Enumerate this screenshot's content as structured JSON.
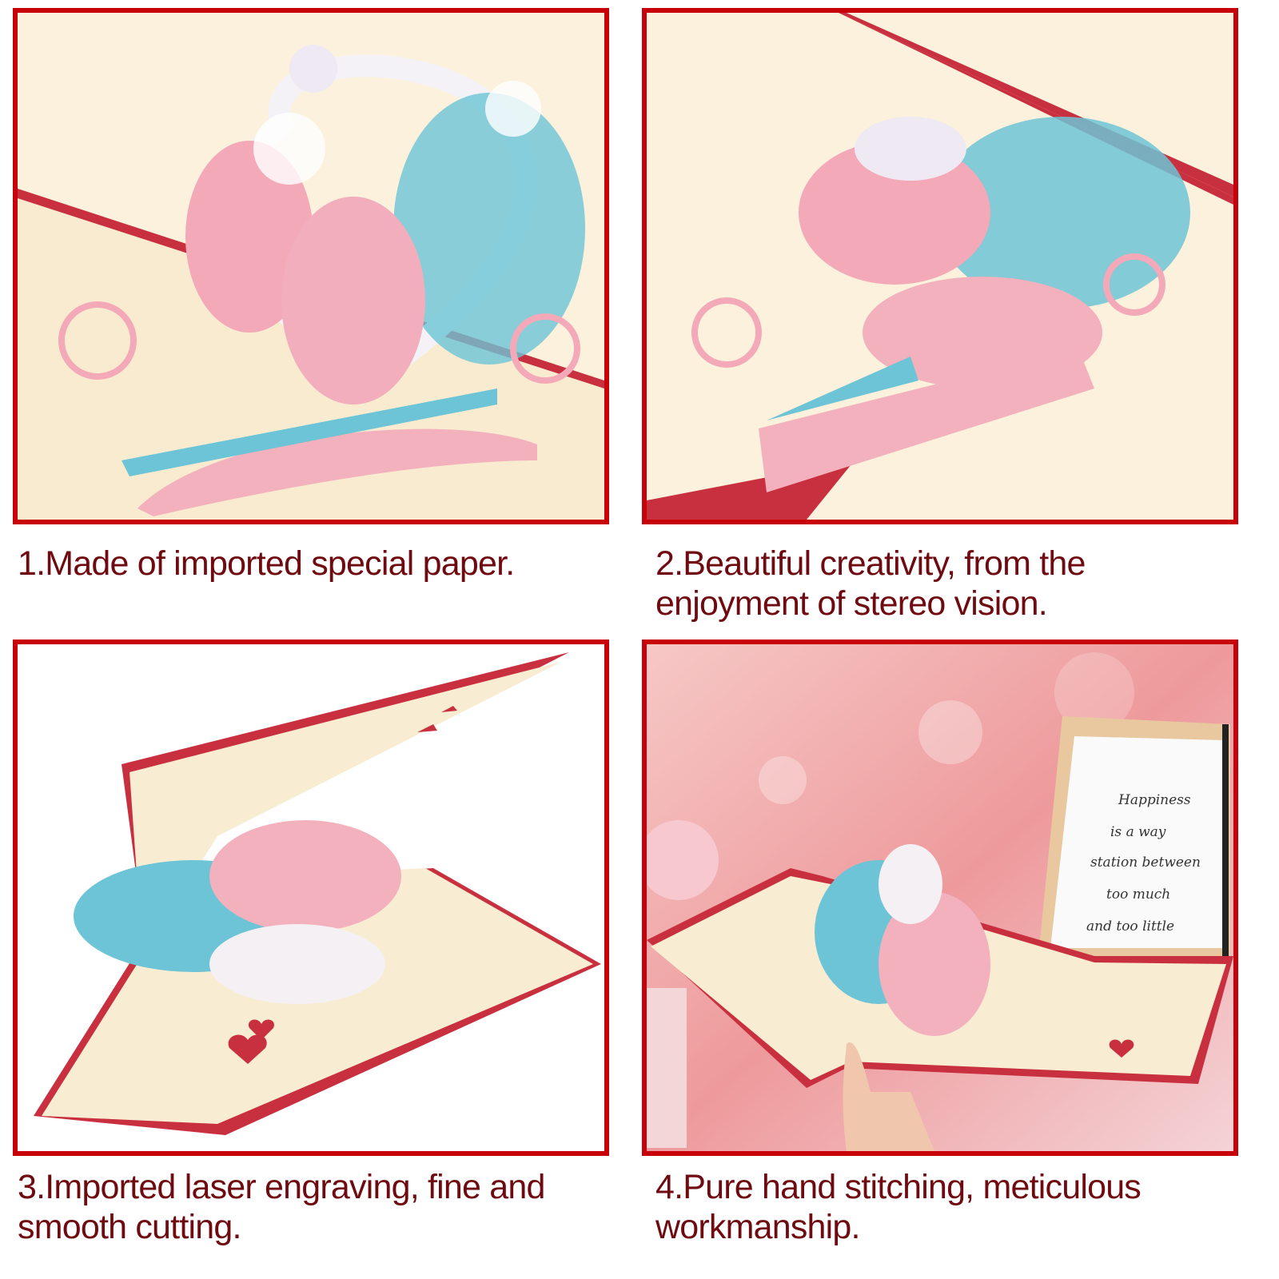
{
  "captions": [
    "1.Made of imported special paper.",
    "2.Beautiful creativity, from the enjoyment of stereo vision.",
    "3.Imported laser engraving, fine and smooth cutting.",
    "4.Pure hand stitching, meticulous workmanship."
  ],
  "frame_quote": [
    "Happiness",
    "is a way",
    "station between",
    "too much",
    "and too little"
  ],
  "colors": {
    "frame": "#c8000a",
    "caption": "#6e0a10",
    "card_inner": "#fbf1dc",
    "pink": "#f3a9b8",
    "blue": "#6cc4d6"
  }
}
